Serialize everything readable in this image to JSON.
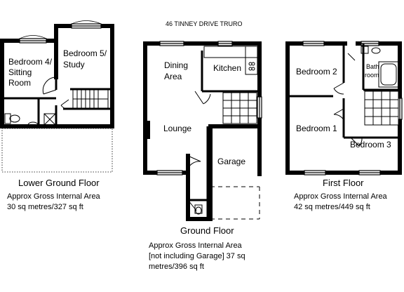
{
  "address": "46 TINNEY DRIVE TRURO",
  "floors": {
    "lower_ground": {
      "title": "Lower Ground Floor",
      "area_label": "Approx Gross Internal Area",
      "area_value": "30 sq metres/327 sq ft",
      "rooms": {
        "bedroom4_a": "Bedroom 4/",
        "bedroom4_b": "Sitting",
        "bedroom4_c": "Room",
        "bedroom5_a": "Bedroom 5/",
        "bedroom5_b": "Study"
      }
    },
    "ground": {
      "title": "Ground Floor",
      "area_label": "Approx Gross Internal Area",
      "area_line2": "[not including Garage] 37 sq",
      "area_line3": "metres/396 sq ft",
      "rooms": {
        "dining_a": "Dining",
        "dining_b": "Area",
        "kitchen": "Kitchen",
        "lounge": "Lounge",
        "garage": "Garage"
      }
    },
    "first": {
      "title": "First Floor",
      "area_label": "Approx Gross Internal Area",
      "area_value": "42 sq metres/449 sq ft",
      "rooms": {
        "bedroom2": "Bedroom 2",
        "bath_a": "Bath",
        "bath_b": "room",
        "bedroom1": "Bedroom 1",
        "bedroom3": "Bedroom 3"
      }
    }
  }
}
